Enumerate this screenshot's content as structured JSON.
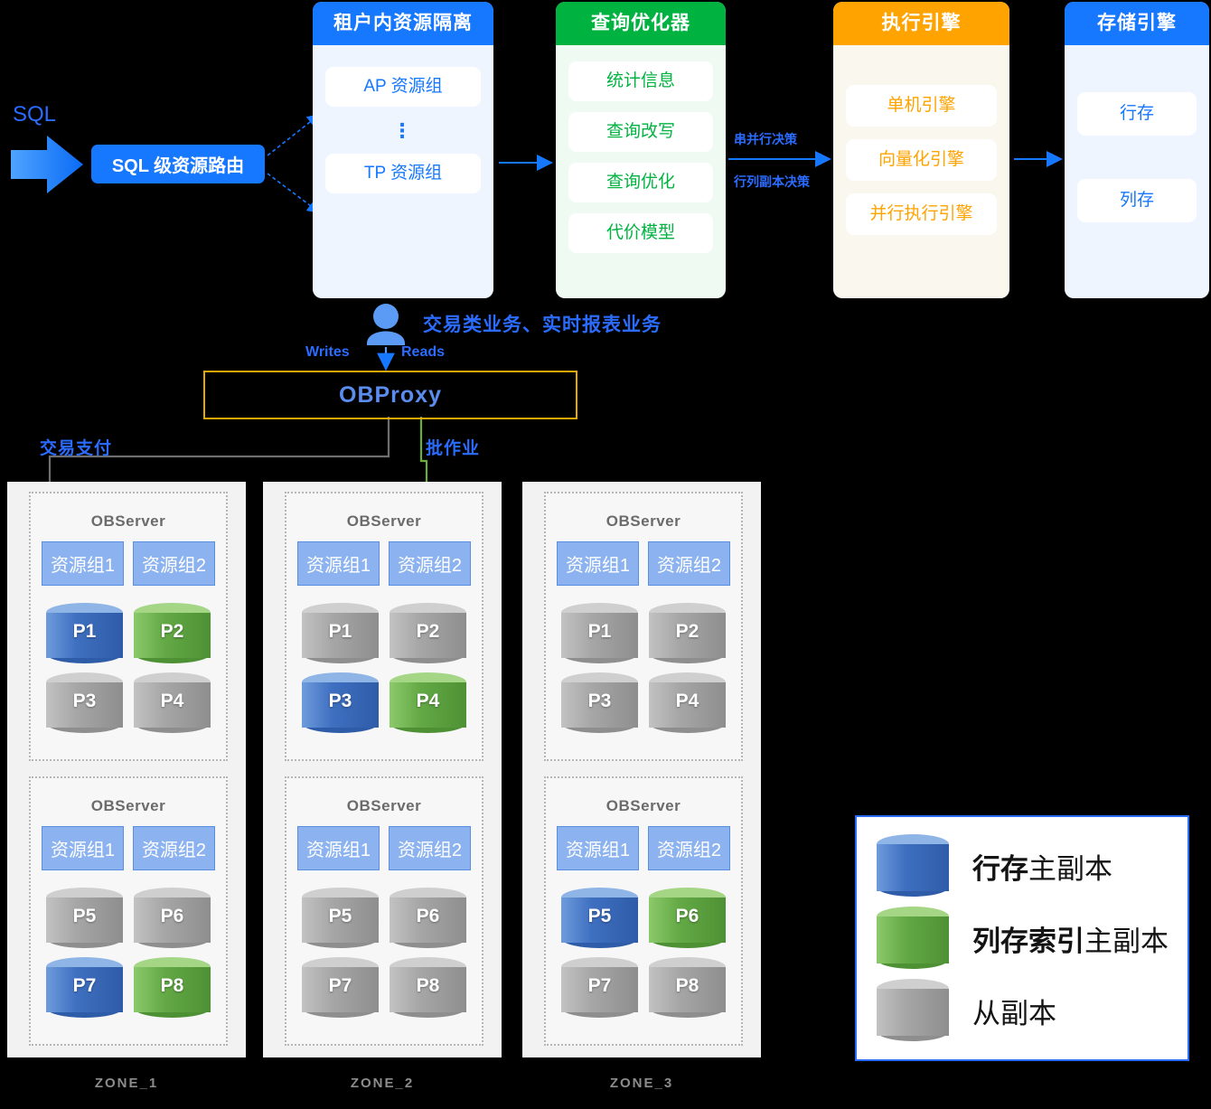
{
  "pipeline": {
    "sql_label": "SQL",
    "sql_router": "SQL 级资源路由",
    "panels": [
      {
        "title": "租户内资源隔离",
        "items": [
          "AP 资源组",
          "TP 资源组"
        ],
        "ellipsis": "⋮"
      },
      {
        "title": "查询优化器",
        "items": [
          "统计信息",
          "查询改写",
          "查询优化",
          "代价模型"
        ]
      },
      {
        "title": "执行引擎",
        "items": [
          "单机引擎",
          "向量化引擎",
          "并行执行引擎"
        ]
      },
      {
        "title": "存储引擎",
        "items": [
          "行存",
          "列存"
        ]
      }
    ],
    "edge_labels": {
      "serial_parallel": "串并行决策",
      "row_col_replica": "行列副本决策"
    }
  },
  "middle": {
    "user_business": "交易类业务、实时报表业务",
    "writes": "Writes",
    "reads": "Reads",
    "obproxy": "OBProxy",
    "flow_pay": "交易支付",
    "flow_batch": "批作业"
  },
  "zones": [
    {
      "label": "ZONE_1",
      "servers": [
        {
          "title": "OBServer",
          "resource_groups": [
            "资源组1",
            "资源组2"
          ],
          "partitions": [
            {
              "name": "P1",
              "kind": "blue"
            },
            {
              "name": "P2",
              "kind": "green"
            },
            {
              "name": "P3",
              "kind": "gray"
            },
            {
              "name": "P4",
              "kind": "gray"
            }
          ]
        },
        {
          "title": "OBServer",
          "resource_groups": [
            "资源组1",
            "资源组2"
          ],
          "partitions": [
            {
              "name": "P5",
              "kind": "gray"
            },
            {
              "name": "P6",
              "kind": "gray"
            },
            {
              "name": "P7",
              "kind": "blue"
            },
            {
              "name": "P8",
              "kind": "green"
            }
          ]
        }
      ]
    },
    {
      "label": "ZONE_2",
      "servers": [
        {
          "title": "OBServer",
          "resource_groups": [
            "资源组1",
            "资源组2"
          ],
          "partitions": [
            {
              "name": "P1",
              "kind": "gray"
            },
            {
              "name": "P2",
              "kind": "gray"
            },
            {
              "name": "P3",
              "kind": "blue"
            },
            {
              "name": "P4",
              "kind": "green"
            }
          ]
        },
        {
          "title": "OBServer",
          "resource_groups": [
            "资源组1",
            "资源组2"
          ],
          "partitions": [
            {
              "name": "P5",
              "kind": "gray"
            },
            {
              "name": "P6",
              "kind": "gray"
            },
            {
              "name": "P7",
              "kind": "gray"
            },
            {
              "name": "P8",
              "kind": "gray"
            }
          ]
        }
      ]
    },
    {
      "label": "ZONE_3",
      "servers": [
        {
          "title": "OBServer",
          "resource_groups": [
            "资源组1",
            "资源组2"
          ],
          "partitions": [
            {
              "name": "P1",
              "kind": "gray"
            },
            {
              "name": "P2",
              "kind": "gray"
            },
            {
              "name": "P3",
              "kind": "gray"
            },
            {
              "name": "P4",
              "kind": "gray"
            }
          ]
        },
        {
          "title": "OBServer",
          "resource_groups": [
            "资源组1",
            "资源组2"
          ],
          "partitions": [
            {
              "name": "P5",
              "kind": "blue"
            },
            {
              "name": "P6",
              "kind": "green"
            },
            {
              "name": "P7",
              "kind": "gray"
            },
            {
              "name": "P8",
              "kind": "gray"
            }
          ]
        }
      ]
    }
  ],
  "legend": {
    "items": [
      {
        "kind": "blue",
        "label_bold": "行存",
        "label_rest": "主副本"
      },
      {
        "kind": "green",
        "label_bold": "列存索引",
        "label_rest": "主副本"
      },
      {
        "kind": "gray",
        "label_bold": "",
        "label_rest": "从副本"
      }
    ]
  },
  "colors": {
    "brand_blue": "#1677FF",
    "green": "#00B341",
    "orange": "#FFA300",
    "proxy_border": "#E8A803",
    "primary_row": "#3E6FC0",
    "primary_col": "#63A945",
    "follower": "#A6A6A6",
    "link_gray": "#6E6E6E",
    "link_green": "#6AAF3C"
  }
}
